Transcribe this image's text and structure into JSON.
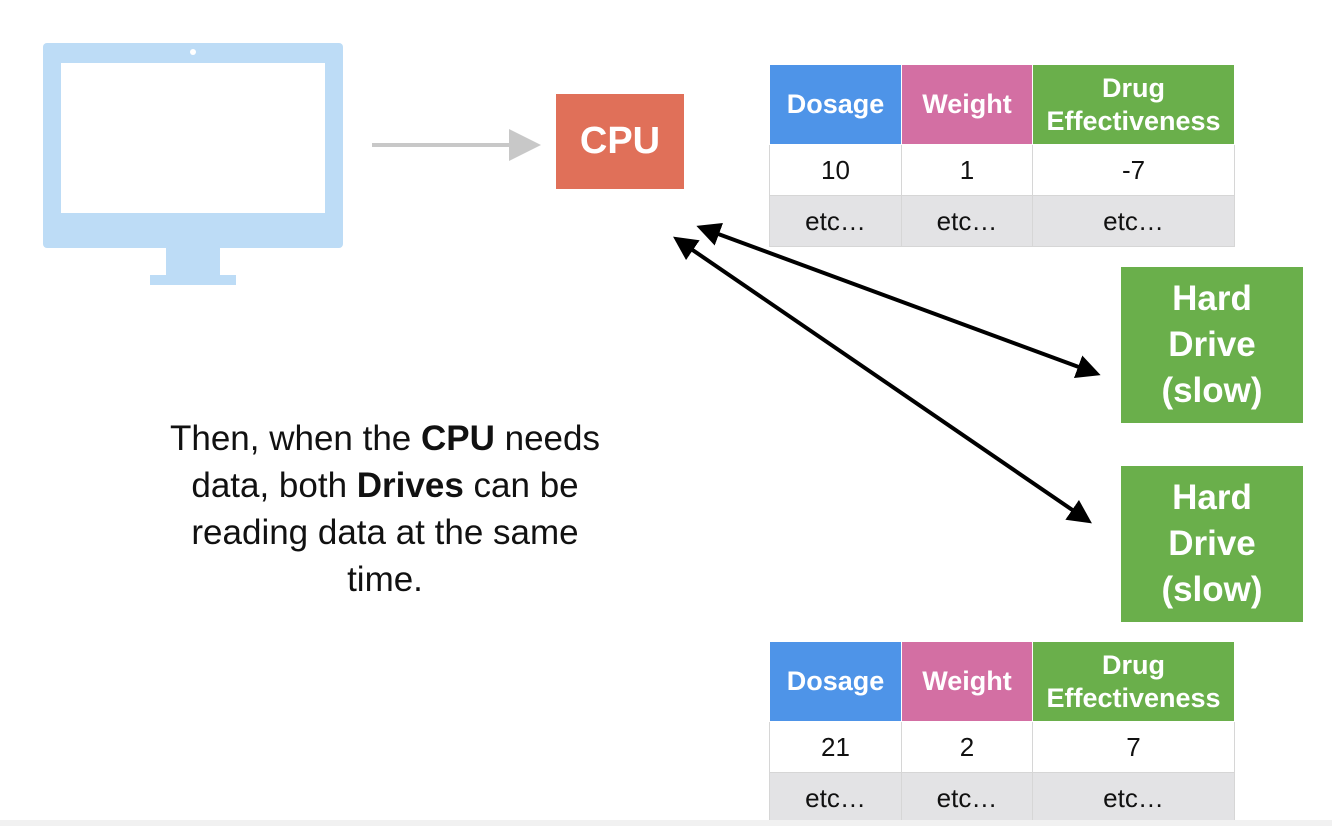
{
  "cpu": {
    "label": "CPU"
  },
  "drives": [
    {
      "lines": [
        "Hard",
        "Drive",
        "(slow)"
      ]
    },
    {
      "lines": [
        "Hard",
        "Drive",
        "(slow)"
      ]
    }
  ],
  "tables": [
    {
      "headers": {
        "dosage": "Dosage",
        "weight": "Weight",
        "effect_line1": "Drug",
        "effect_line2": "Effectiveness"
      },
      "rows": [
        [
          "10",
          "1",
          "-7"
        ],
        [
          "etc…",
          "etc…",
          "etc…"
        ]
      ]
    },
    {
      "headers": {
        "dosage": "Dosage",
        "weight": "Weight",
        "effect_line1": "Drug",
        "effect_line2": "Effectiveness"
      },
      "rows": [
        [
          "21",
          "2",
          "7"
        ],
        [
          "etc…",
          "etc…",
          "etc…"
        ]
      ]
    }
  ],
  "caption": {
    "part1": "Then, when the ",
    "cpu_bold": "CPU",
    "part2": " needs data, both ",
    "drives_bold": "Drives",
    "part3": " can be reading data at the same time."
  },
  "colors": {
    "monitor": "#bddcf6",
    "cpu": "#e07059",
    "drive": "#6aaf4b",
    "dosage_header": "#4e94e8",
    "weight_header": "#d36fa3",
    "effectiveness_header": "#6aaf4b",
    "etc_row": "#e3e3e5",
    "input_arrow": "#c8c8c8",
    "double_arrow": "#000000"
  },
  "icons": {
    "computer": "monitor-icon"
  }
}
